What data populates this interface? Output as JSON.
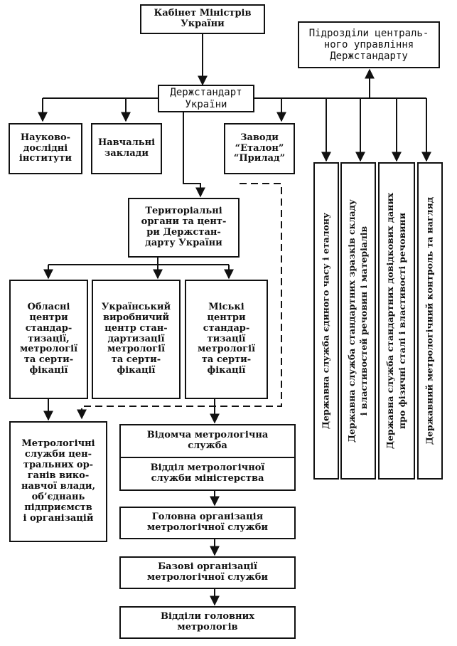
{
  "nodes": {
    "cabinet": "Кабінет Міністрів\nУкраїни",
    "central_units": "Підрозділи централь-\nного управління\nДержстандарту",
    "derzhstandart": "Держстандарт\nУкраїни",
    "research": "Науково-\nдослідні\nінститути",
    "education": "Навчальні\nзаклади",
    "factories": "Заводи\n“Еталон”\n“Прилад”",
    "territorial": "Територіальні\nоргани та цент-\nри Держстан-\nдарту України",
    "regional": "Обласні\nцентри\nстандар-\nтизації,\nметрології\nта серти-\nфікації",
    "ukr_center": "Український\nвиробничий\nцентр стан-\nдартизації\nметрології\nта серти-\nфікації",
    "city": "Міські\nцентри\nстандар-\nтизації\nметрології\nта серти-\nфікації",
    "metro_services": "Метрологічні\nслужби цен-\nтральних ор-\nганів вико-\nнавчої влади,\nоб’єднань\nпідприємств\nі організацій",
    "dept_service": "Відомча метрологічна\nслужба",
    "ministry_dept": "Відділ метрологічної\nслужби міністерства",
    "head_org": "Головна організація\nметрологічної служби",
    "base_orgs": "Базові організації\nметрологічної служби",
    "chief_depts": "Відділи головних\nметрологів",
    "svc_time": "Державна служба єдиного часу і еталону",
    "svc_samples": "Державна служба стандартних зразків складу\nі властивостей речовин і матеріалів",
    "svc_reference": "Державна служба стандартних довідкових даних\nпро фізичні сталі і властивості речовини",
    "svc_control": "Державний метрологічний контроль та нагляд"
  }
}
